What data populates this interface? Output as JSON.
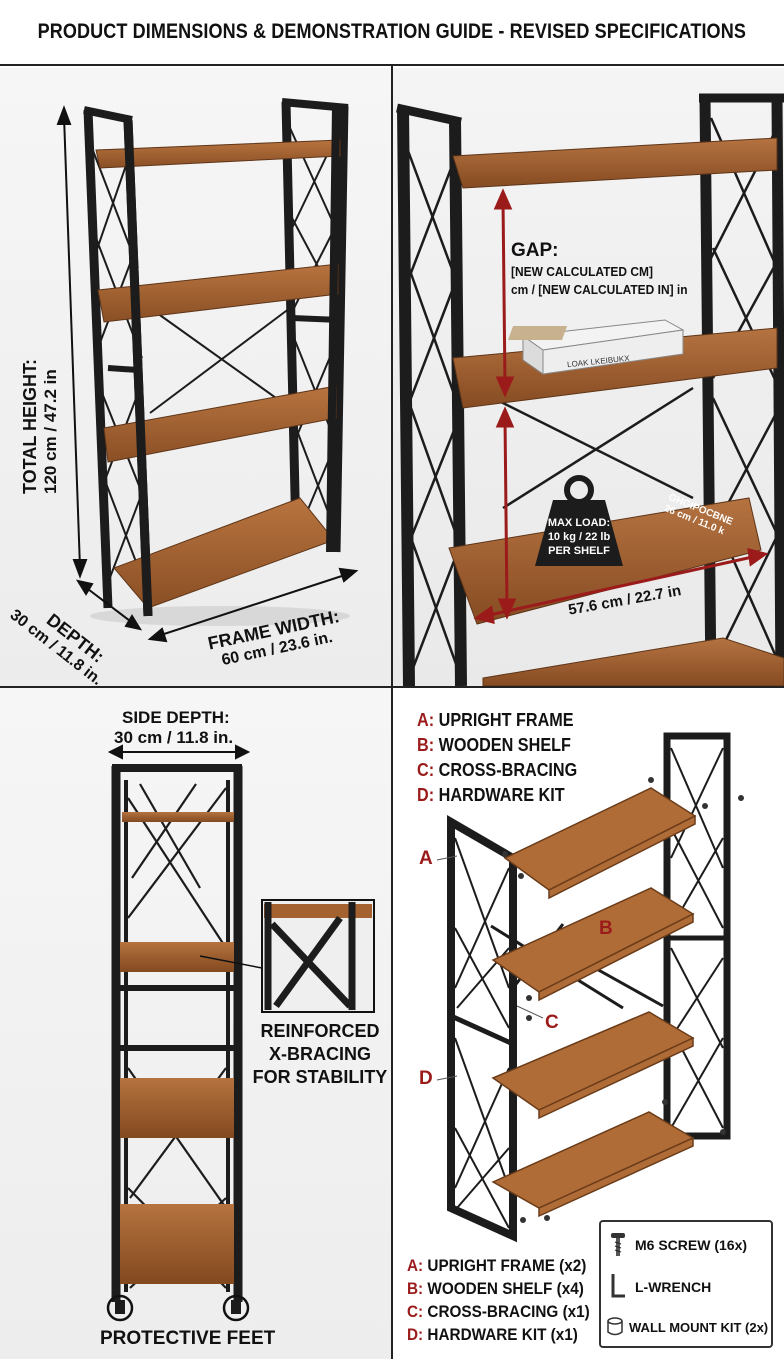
{
  "header": {
    "title": "PRODUCT DIMENSIONS & DEMONSTRATION GUIDE - REVISED SPECIFICATIONS"
  },
  "panel1": {
    "total_height_label": "TOTAL HEIGHT:",
    "total_height_value": "120 cm / 47.2 in",
    "depth_label": "DEPTH:",
    "depth_value": "30 cm / 11.8 in.",
    "frame_width_label": "FRAME WIDTH:",
    "frame_width_value": "60 cm / 23.6 in."
  },
  "panel2": {
    "gap_label": "GAP:",
    "gap_value_line1": "[NEW CALCULATED CM]",
    "gap_value_line2": "cm / [NEW CALCULATED IN] in",
    "book_spine_text": "LOAK LKEIBUKX",
    "max_load_line1": "MAX LOAD:",
    "max_load_line2": "10 kg / 22 lb",
    "max_load_line3": "PER SHELF",
    "shelf_depth_line1": "GHGIPOCBNE",
    "shelf_depth_line2": "26 cm / 11.0 k",
    "shelf_width_value": "57.6 cm / 22.7 in"
  },
  "panel3": {
    "side_depth_label": "SIDE DEPTH:",
    "side_depth_value": "30 cm / 11.8 in.",
    "bracing_line1": "REINFORCED",
    "bracing_line2": "X-BRACING",
    "bracing_line3": "FOR STABILITY",
    "feet_label": "PROTECTIVE FEET"
  },
  "panel4": {
    "legend": [
      {
        "key": "A:",
        "text": "UPRIGHT FRAME"
      },
      {
        "key": "B:",
        "text": "WOODEN SHELF"
      },
      {
        "key": "C:",
        "text": "CROSS-BRACING"
      },
      {
        "key": "D:",
        "text": "HARDWARE KIT"
      }
    ],
    "callouts": {
      "a": "A",
      "b": "B",
      "c": "C",
      "d": "D"
    },
    "parts": [
      {
        "key": "A:",
        "text": "UPRIGHT FRAME (x2)"
      },
      {
        "key": "B:",
        "text": "WOODEN SHELF (x4)"
      },
      {
        "key": "C:",
        "text": "CROSS-BRACING (x1)"
      },
      {
        "key": "D:",
        "text": "HARDWARE KIT (x1)"
      }
    ],
    "kit": {
      "screw": "M6 SCREW (16x)",
      "wrench": "L-WRENCH",
      "wall_mount": "WALL MOUNT KIT (2x)"
    }
  },
  "colors": {
    "frame": "#1c1c1c",
    "wood": "#9a5a2c",
    "wood_light": "#b8743f",
    "annotation_red": "#9b1b1b",
    "divider": "#222222"
  },
  "icons": [
    "weight-icon",
    "screw-icon",
    "wrench-icon",
    "wall-mount-icon"
  ]
}
